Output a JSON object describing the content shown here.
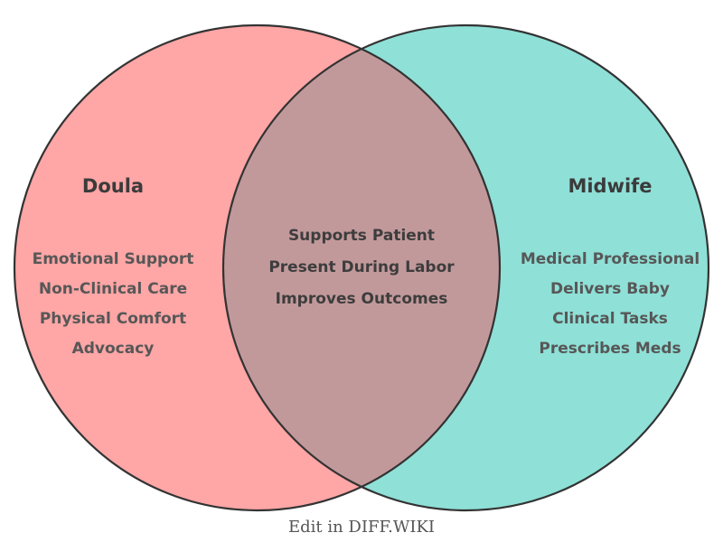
{
  "diagram": {
    "type": "venn",
    "background": "#ffffff",
    "stroke_color": "#333333",
    "title_color": "#3b3b3b",
    "item_color": "#575757",
    "overlap_text_color": "#3d3d3d",
    "left": {
      "title": "Doula",
      "fill": "#FFA6A6",
      "items": [
        "Emotional Support",
        "Non-Clinical Care",
        "Physical Comfort",
        "Advocacy"
      ]
    },
    "right": {
      "title": "Midwife",
      "fill": "#8FE0D7",
      "items": [
        "Medical Professional",
        "Delivers Baby",
        "Clinical Tasks",
        "Prescribes Meds"
      ]
    },
    "overlap": {
      "fill": "#C2999B",
      "items": [
        "Supports Patient",
        "Present During Labor",
        "Improves Outcomes"
      ]
    }
  },
  "footer": {
    "label": "Edit in DIFF.WIKI",
    "color": "#555555"
  }
}
